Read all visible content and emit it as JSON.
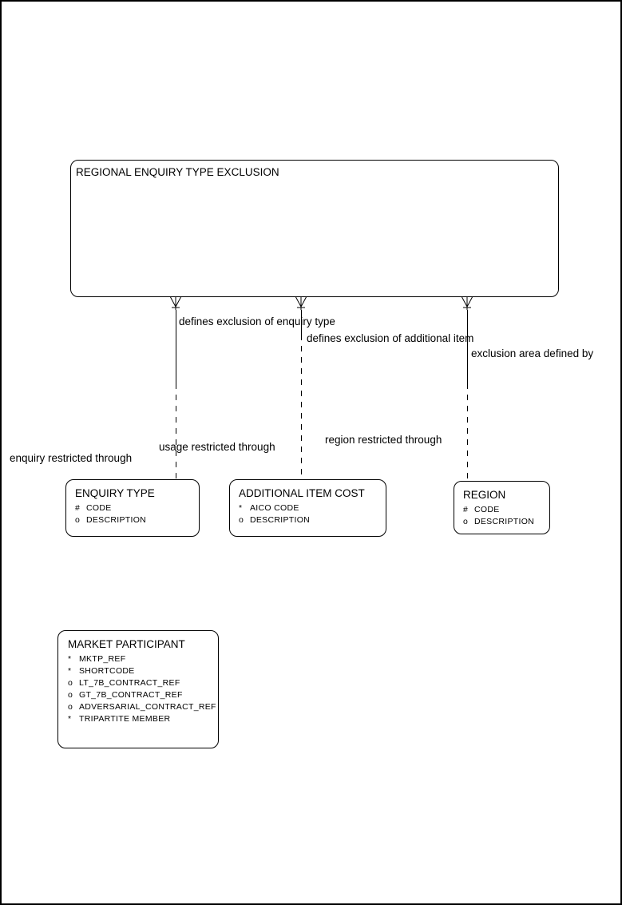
{
  "diagram": {
    "background": "#ffffff",
    "line_color": "#000000",
    "text_color": "#000000"
  },
  "entities": {
    "regional_enquiry_type_exclusion": {
      "title": "REGIONAL ENQUIRY TYPE EXCLUSION"
    },
    "enquiry_type": {
      "title": "ENQUIRY TYPE",
      "attributes": [
        {
          "prefix": "#",
          "name": "CODE"
        },
        {
          "prefix": "o",
          "name": "DESCRIPTION"
        }
      ]
    },
    "additional_item_cost": {
      "title": "ADDITIONAL ITEM COST",
      "attributes": [
        {
          "prefix": "*",
          "name": "AICO CODE"
        },
        {
          "prefix": "o",
          "name": "DESCRIPTION"
        }
      ]
    },
    "region": {
      "title": "REGION",
      "attributes": [
        {
          "prefix": "#",
          "name": "CODE"
        },
        {
          "prefix": "o",
          "name": "DESCRIPTION"
        }
      ]
    },
    "market_participant": {
      "title": "MARKET PARTICIPANT",
      "attributes": [
        {
          "prefix": "*",
          "name": "MKTP_REF"
        },
        {
          "prefix": "*",
          "name": "SHORTCODE"
        },
        {
          "prefix": "o",
          "name": "LT_7B_CONTRACT_REF"
        },
        {
          "prefix": "o",
          "name": "GT_7B_CONTRACT_REF"
        },
        {
          "prefix": "o",
          "name": "ADVERSARIAL_CONTRACT_REF"
        },
        {
          "prefix": "*",
          "name": "TRIPARTITE MEMBER"
        }
      ]
    }
  },
  "relationships": [
    {
      "target": "ENQUIRY TYPE",
      "from_label": "defines exclusion of enquiry type",
      "to_label": "enquiry restricted through"
    },
    {
      "target": "ADDITIONAL ITEM COST",
      "from_label": "defines exclusion of additional item",
      "to_label": "usage restricted through"
    },
    {
      "target": "REGION",
      "from_label": "exclusion area defined by",
      "to_label": "region restricted through"
    }
  ]
}
